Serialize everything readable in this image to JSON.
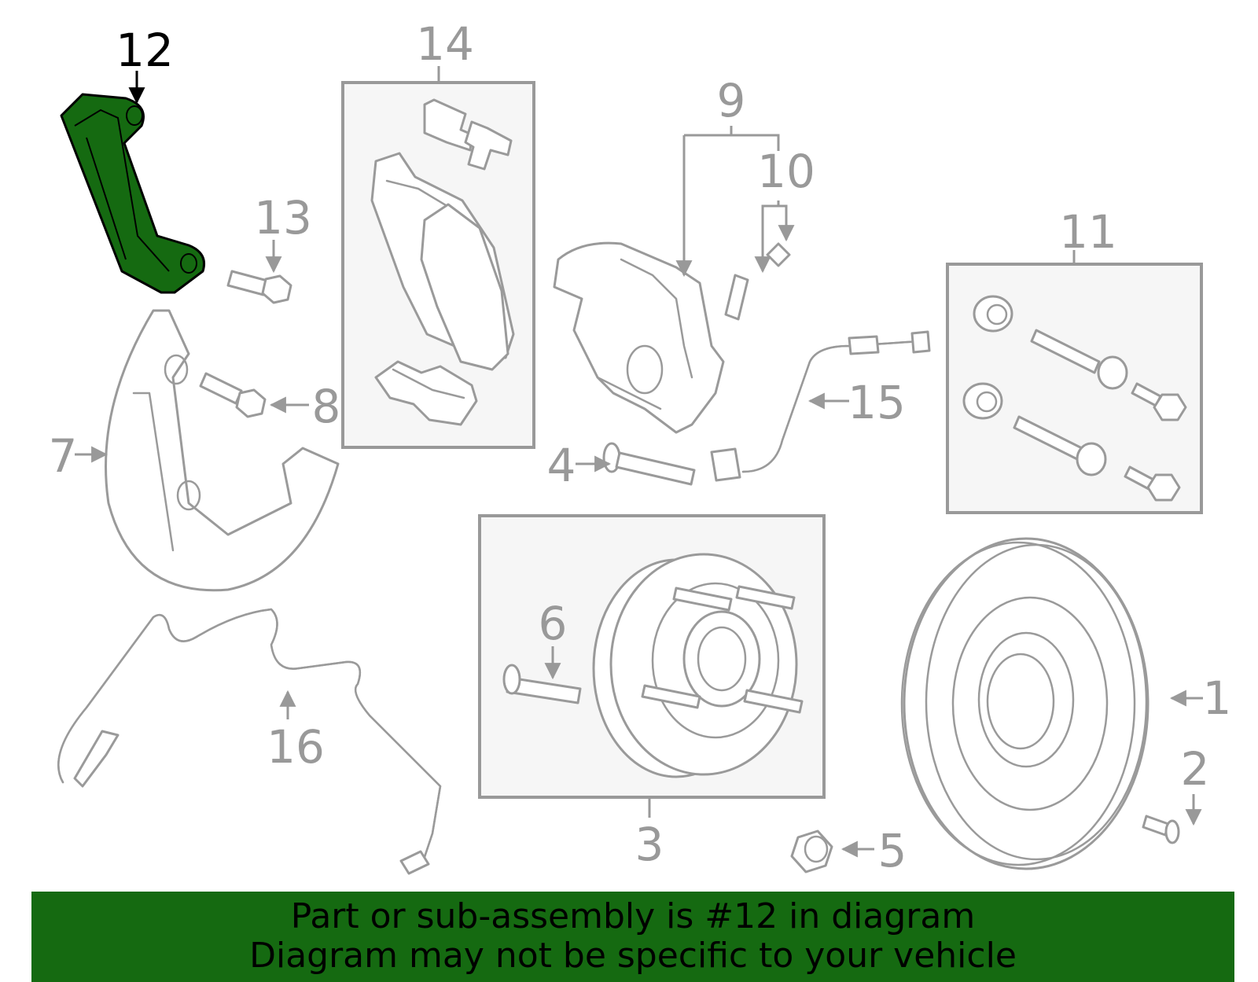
{
  "highlight_color": "#156a11",
  "highlight_part": "12",
  "callouts": {
    "p1": "1",
    "p2": "2",
    "p3": "3",
    "p4": "4",
    "p5": "5",
    "p6": "6",
    "p7": "7",
    "p8": "8",
    "p9": "9",
    "p10": "10",
    "p11": "11",
    "p12": "12",
    "p13": "13",
    "p14": "14",
    "p15": "15",
    "p16": "16"
  },
  "banner": {
    "line1": "Part or sub-assembly is #12 in diagram",
    "line2": "Diagram may not be specific to your vehicle"
  }
}
